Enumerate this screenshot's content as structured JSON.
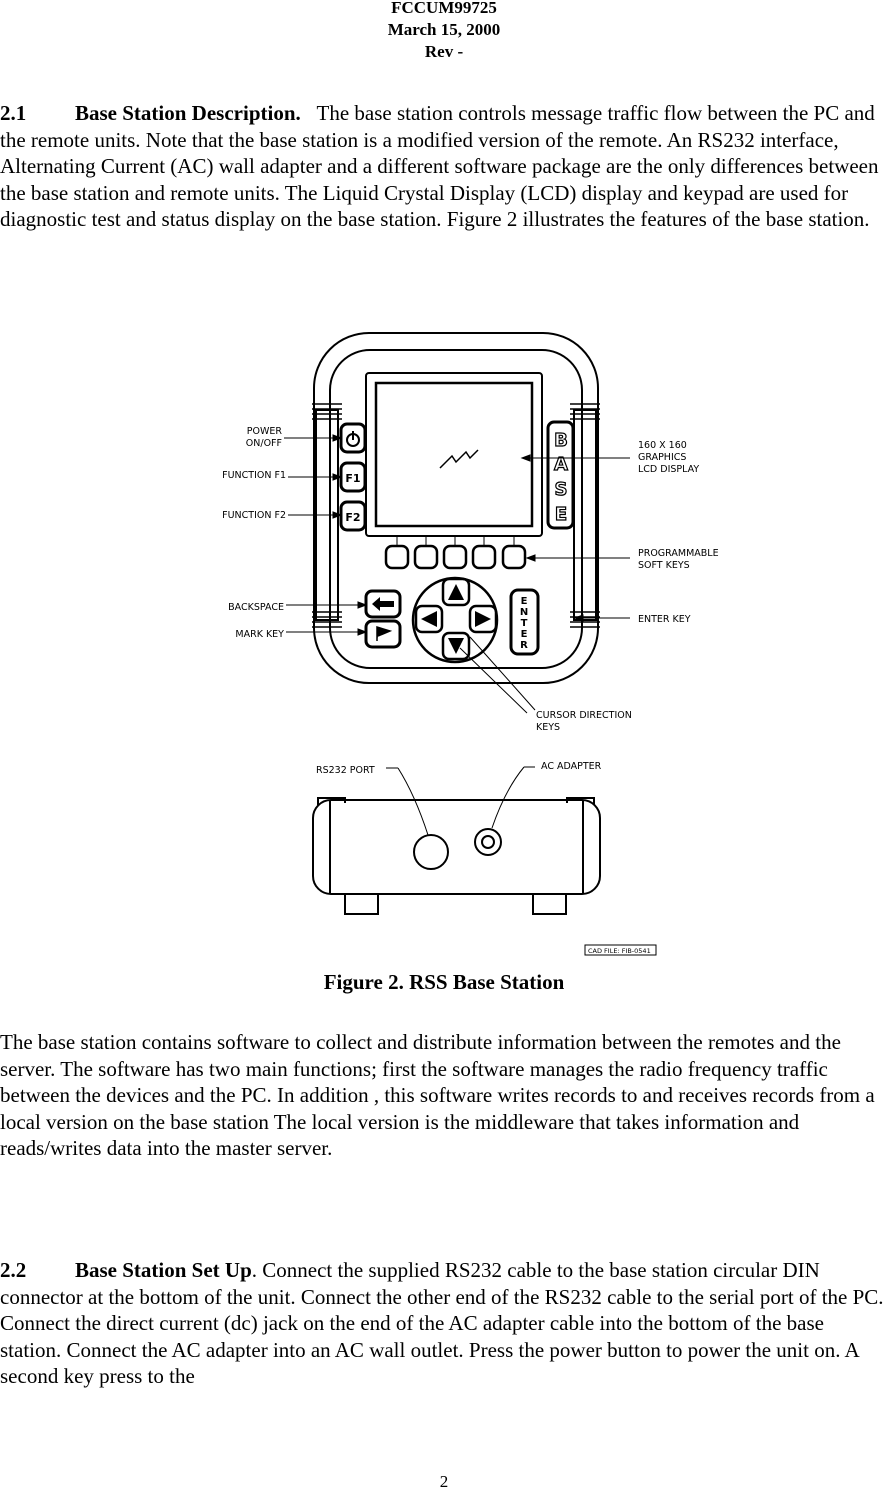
{
  "header": {
    "doc_id": "FCCUM99725",
    "date": "March 15, 2000",
    "rev": "Rev -"
  },
  "section_2_1": {
    "number": "2.1",
    "title": "Base Station Description.",
    "body": "The base station controls message traffic flow between the  PC and the remote units. Note that the base station is  a modified version of the remote. An RS232 interface, Alternating Current (AC) wall adapter and a different software package are the only differences between the base station and remote units. The Liquid Crystal Display (LCD) display and keypad are used for diagnostic test and status display on the base station. Figure 2 illustrates the features of the base station."
  },
  "figure": {
    "caption": "Figure 2.  RSS Base Station",
    "labels": {
      "power_1": "POWER",
      "power_2": "ON/OFF",
      "function_f1": "FUNCTION  F1",
      "function_f2": "FUNCTION  F2",
      "backspace": "BACKSPACE",
      "mark_key": "MARK  KEY",
      "lcd_1": "160  X  160",
      "lcd_2": "GRAPHICS",
      "lcd_3": "LCD  DISPLAY",
      "soft_1": "PROGRAMMABLE",
      "soft_2": "SOFT  KEYS",
      "enter_key": "ENTER  KEY",
      "cursor_1": "CURSOR  DIRECTION",
      "cursor_2": "KEYS",
      "rs232_port": "RS232  PORT",
      "ac_adapter": "AC  ADAPTER",
      "cad_file": "CAD  FILE:  FIB-0541"
    },
    "device_text": {
      "f1": "F1",
      "f2": "F2",
      "base_b": "B",
      "base_a": "A",
      "base_s": "S",
      "base_e": "E",
      "enter_e": "E",
      "enter_n": "N",
      "enter_t": "T",
      "enter_e2": "E",
      "enter_r": "R"
    }
  },
  "para_software": "The base station contains software to collect and distribute information between the remotes and the server. The software has two main functions; first the software manages the radio frequency traffic between  the devices and the PC. In addition , this software writes records to and receives records from a local  version on the base station The local version is the middleware that takes information and reads/writes data into the master server.",
  "section_2_2": {
    "number": "2.2",
    "title": "Base Station Set Up",
    "body": ". Connect the supplied RS232 cable to the base station circular DIN connector at the bottom of the unit. Connect the other end of the RS232 cable to the serial port of the PC.  Connect the direct current (dc) jack on the end of the AC adapter cable into the bottom of the base station. Connect the AC adapter into an AC wall outlet. Press the power button to power the unit on.  A second key press to the"
  },
  "page_number": "2"
}
